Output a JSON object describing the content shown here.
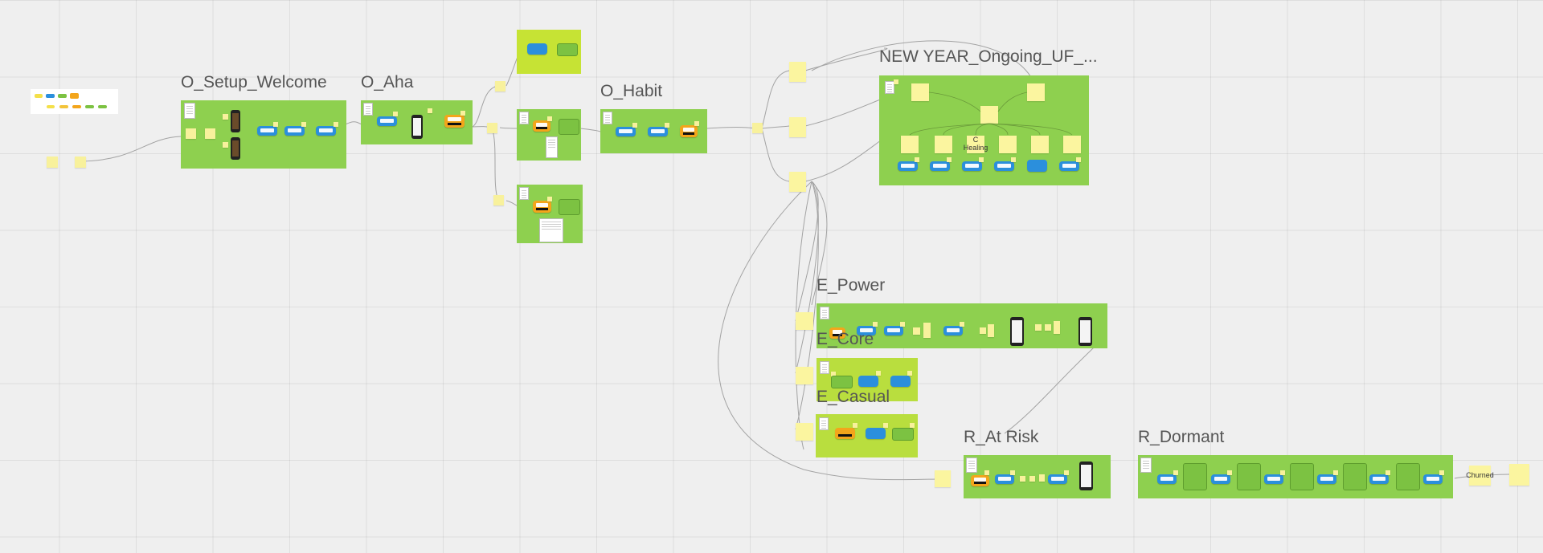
{
  "board": {
    "frames": {
      "setup_welcome": "O_Setup_Welcome",
      "aha": "O_Aha",
      "habit": "O_Habit",
      "new_year": "NEW YEAR_Ongoing_UF_...",
      "power": "E_Power",
      "core": "E_Core",
      "casual": "E_Casual",
      "at_risk": "R_At Risk",
      "dormant": "R_Dormant"
    },
    "stickies": {
      "healing": "C Healing",
      "churned": "Churned"
    },
    "colors": {
      "canvas": "#efefef",
      "frame_green": "#8ed04f",
      "frame_lime": "#c6e334",
      "sticky": "#f8f19c",
      "card_blue": "#2b8fdc",
      "card_orange": "#f3a51b",
      "connector": "#9a9a9a"
    }
  }
}
